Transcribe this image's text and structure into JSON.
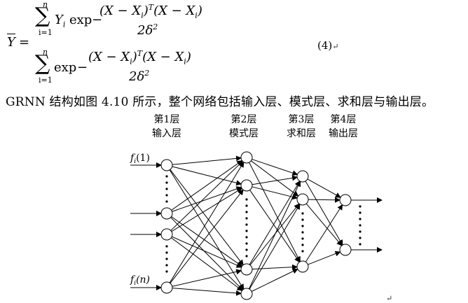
{
  "formula": {
    "lhs": "Y",
    "equals": "=",
    "sum": "∑",
    "upper": "n",
    "lower": "i=1",
    "y_term": "Y",
    "y_sub": "i",
    "exp": "exp",
    "minus": "−",
    "num_expr": "(X − X",
    "sub_i": "i",
    "close_paren": ")",
    "sup_t": "T",
    "num_expr2": "(X − X",
    "close_paren2": ")",
    "denominator": "2δ",
    "square": "2",
    "eq_number": "(4)"
  },
  "caption": "GRNN 结构如图 4.10 所示，整个网络包括输入层、模式层、求和层与输出层。",
  "layers": [
    {
      "line1": "第1层",
      "line2": "输入层"
    },
    {
      "line1": "第2层",
      "line2": "模式层"
    },
    {
      "line1": "第3层",
      "line2": "求和层"
    },
    {
      "line1": "第4层",
      "line2": "输出层"
    }
  ],
  "inputs": {
    "top": "f",
    "top_sub": "i",
    "top_arg": "(1)",
    "bottom": "f",
    "bottom_sub": "i",
    "bottom_arg": "(n)"
  },
  "marks": {
    "return1": "↵",
    "return2": "↵"
  }
}
